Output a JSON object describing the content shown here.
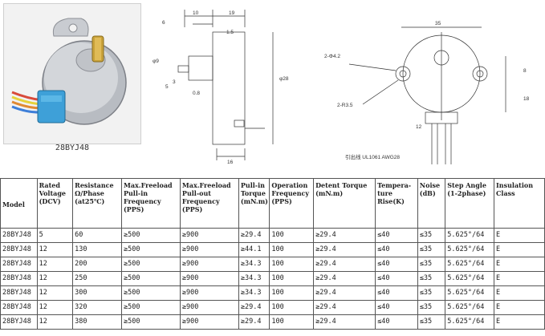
{
  "photo": {
    "caption": "28BYJ48"
  },
  "side_view": {
    "dims": [
      "6",
      "10",
      "19",
      "1.5",
      "3",
      "5",
      "0.8",
      "16",
      "φ9",
      "φ28"
    ]
  },
  "front_view": {
    "dims": [
      "35",
      "2-Φ4.2",
      "2-R3.5",
      "12",
      "8",
      "18"
    ],
    "lead_label": "引出线 UL1061 AWG28"
  },
  "table": {
    "headers": [
      "Model",
      "Rated Voltage (DCV)",
      "Resistance Ω/Phase (at25℃)",
      "Max.Freeload Pull-in Frequency (PPS)",
      "Max.Freeload Pull-out Frequency (PPS)",
      "Pull-in Torque (mN.m)",
      "Operation Frequency (PPS)",
      "Detent Torque (mN.m)",
      "Tempera-ture Rise(K)",
      "Noise (dB)",
      "Step Angle (1-2phase)",
      "Insulation Class"
    ],
    "rows": [
      [
        "28BYJ48",
        "5",
        "60",
        "≥500",
        "≥900",
        "≥29.4",
        "100",
        "≥29.4",
        "≤40",
        "≤35",
        "5.625°/64",
        "E"
      ],
      [
        "28BYJ48",
        "12",
        "130",
        "≥500",
        "≥900",
        "≥44.1",
        "100",
        "≥29.4",
        "≤40",
        "≤35",
        "5.625°/64",
        "E"
      ],
      [
        "28BYJ48",
        "12",
        "200",
        "≥500",
        "≥900",
        "≥34.3",
        "100",
        "≥29.4",
        "≤40",
        "≤35",
        "5.625°/64",
        "E"
      ],
      [
        "28BYJ48",
        "12",
        "250",
        "≥500",
        "≥900",
        "≥34.3",
        "100",
        "≥29.4",
        "≤40",
        "≤35",
        "5.625°/64",
        "E"
      ],
      [
        "28BYJ48",
        "12",
        "300",
        "≥500",
        "≥900",
        "≥34.3",
        "100",
        "≥29.4",
        "≤40",
        "≤35",
        "5.625°/64",
        "E"
      ],
      [
        "28BYJ48",
        "12",
        "320",
        "≥500",
        "≥900",
        "≥29.4",
        "100",
        "≥29.4",
        "≤40",
        "≤35",
        "5.625°/64",
        "E"
      ],
      [
        "28BYJ48",
        "12",
        "380",
        "≥500",
        "≥900",
        "≥29.4",
        "100",
        "≥29.4",
        "≤40",
        "≤35",
        "5.625°/64",
        "E"
      ]
    ]
  }
}
